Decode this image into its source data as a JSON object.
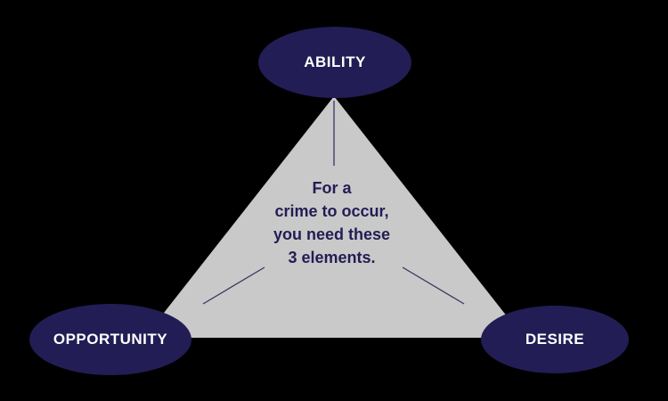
{
  "diagram": {
    "center_lines": {
      "line1": "For a",
      "line2": "crime to occur,",
      "line3": "you need these",
      "line4": "3 elements."
    },
    "nodes": [
      {
        "id": "ability",
        "label": "ABILITY",
        "position": "top"
      },
      {
        "id": "opportunity",
        "label": "OPPORTUNITY",
        "position": "bottom-left"
      },
      {
        "id": "desire",
        "label": "DESIRE",
        "position": "bottom-right"
      }
    ],
    "colors": {
      "background": "#000000",
      "triangle_fill": "#c9c9c9",
      "node_fill": "#221d54",
      "node_text": "#ffffff",
      "center_text": "#221d54",
      "connector_line": "#3a355f"
    }
  }
}
